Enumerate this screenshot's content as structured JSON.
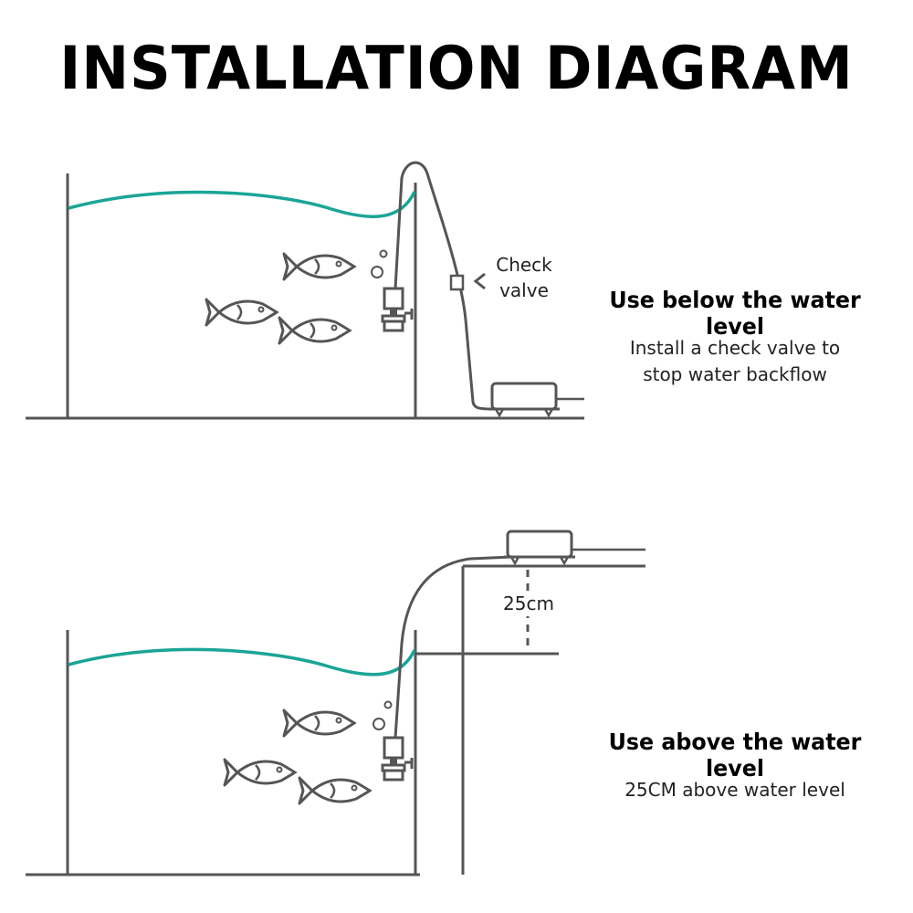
{
  "title": "INSTALLATION DIAGRAM",
  "top_panel": {
    "heading": "Use below the water level",
    "caption_lines": [
      "Install a check valve to",
      "stop water backflow"
    ],
    "valve_label_lines": [
      "Check",
      "valve"
    ]
  },
  "bottom_panel": {
    "heading": "Use above the water level",
    "caption_lines": [
      "25CM above water level"
    ],
    "height_label": "25cm"
  },
  "colors": {
    "water": "#1aa596",
    "line": "#555555",
    "text": "#000000"
  }
}
